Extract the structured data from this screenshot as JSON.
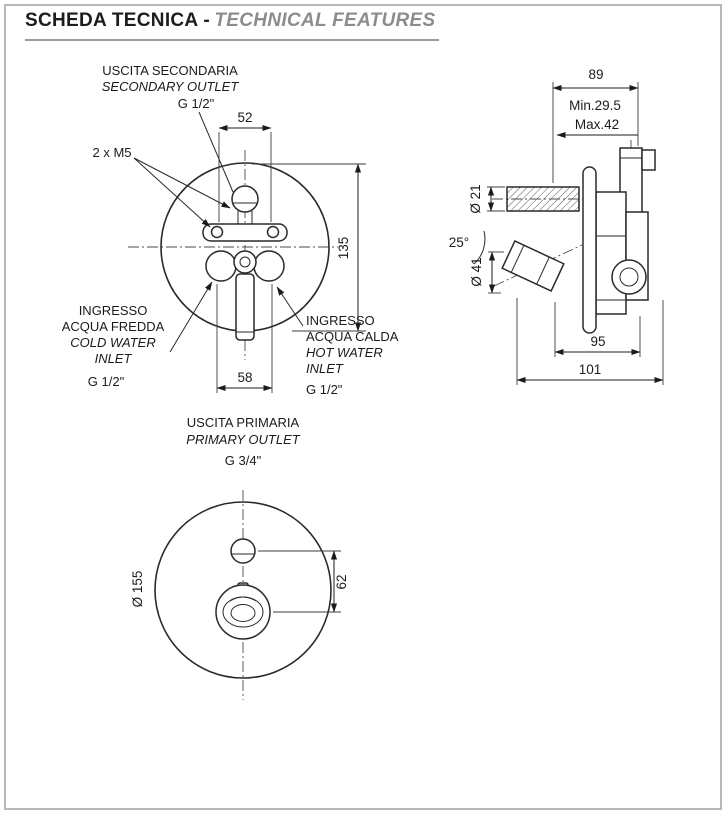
{
  "header": {
    "title_it": "SCHEDA TECNICA -",
    "title_en": "TECHNICAL FEATURES"
  },
  "front_view": {
    "secondary_outlet_line1": "USCITA SECONDARIA",
    "secondary_outlet_line2": "SECONDARY OUTLET",
    "secondary_outlet_size": "G 1/2\"",
    "dim_width_top": "52",
    "screws_label": "2 x M5",
    "dim_height": "135",
    "cold_line1": "INGRESSO",
    "cold_line2": "ACQUA FREDDA",
    "cold_line3": "COLD WATER",
    "cold_line4": "INLET",
    "cold_size": "G 1/2\"",
    "hot_line1": "INGRESSO",
    "hot_line2": "ACQUA CALDA",
    "hot_line3": "HOT WATER",
    "hot_line4": "INLET",
    "hot_size": "G 1/2\"",
    "dim_width_bottom": "58",
    "primary_line1": "USCITA PRIMARIA",
    "primary_line2": "PRIMARY OUTLET",
    "primary_size": "G 3/4\""
  },
  "side_view": {
    "dim_depth": "89",
    "min_label": "Min.29.5",
    "max_label": "Max.42",
    "dia_top": "Ø 21",
    "angle": "25°",
    "dia_mid": "Ø 41",
    "dim_95": "95",
    "dim_101": "101"
  },
  "plate_view": {
    "diameter": "Ø 155",
    "dim_offset": "62"
  }
}
